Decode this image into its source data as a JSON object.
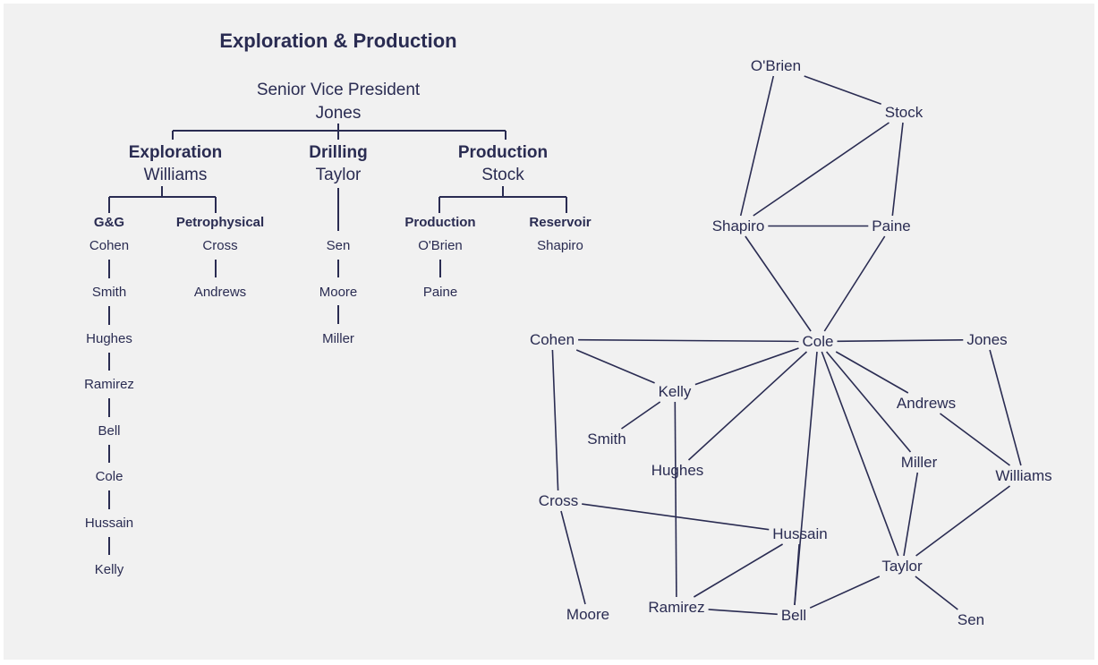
{
  "org_chart": {
    "title": "Exploration & Production",
    "top": {
      "role": "Senior Vice President",
      "name": "Jones"
    },
    "divisions": {
      "exploration": {
        "label": "Exploration",
        "head": "Williams",
        "groups": {
          "gg": {
            "label": "G&G",
            "members": [
              "Cohen",
              "Smith",
              "Hughes",
              "Ramirez",
              "Bell",
              "Cole",
              "Hussain",
              "Kelly"
            ]
          },
          "petrophysical": {
            "label": "Petrophysical",
            "members": [
              "Cross",
              "Andrews"
            ]
          }
        }
      },
      "drilling": {
        "label": "Drilling",
        "head": "Taylor",
        "members": [
          "Sen",
          "Moore",
          "Miller"
        ]
      },
      "production": {
        "label": "Production",
        "head": "Stock",
        "groups": {
          "production": {
            "label": "Production",
            "members": [
              "O'Brien",
              "Paine"
            ]
          },
          "reservoir": {
            "label": "Reservoir",
            "members": [
              "Shapiro"
            ]
          }
        }
      }
    }
  },
  "network": {
    "nodes": {
      "obrien": "O'Brien",
      "stock": "Stock",
      "shapiro": "Shapiro",
      "paine": "Paine",
      "cohen": "Cohen",
      "cole": "Cole",
      "jones": "Jones",
      "kelly": "Kelly",
      "smith": "Smith",
      "hughes": "Hughes",
      "andrews": "Andrews",
      "miller": "Miller",
      "williams": "Williams",
      "cross": "Cross",
      "hussain": "Hussain",
      "taylor": "Taylor",
      "moore": "Moore",
      "ramirez": "Ramirez",
      "bell": "Bell",
      "sen": "Sen"
    },
    "edges": [
      [
        "obrien",
        "stock"
      ],
      [
        "obrien",
        "shapiro"
      ],
      [
        "stock",
        "shapiro"
      ],
      [
        "stock",
        "paine"
      ],
      [
        "shapiro",
        "paine"
      ],
      [
        "shapiro",
        "cole"
      ],
      [
        "paine",
        "cole"
      ],
      [
        "cohen",
        "cole"
      ],
      [
        "cole",
        "jones"
      ],
      [
        "cohen",
        "kelly"
      ],
      [
        "cohen",
        "cross"
      ],
      [
        "cole",
        "kelly"
      ],
      [
        "cole",
        "hughes"
      ],
      [
        "cole",
        "andrews"
      ],
      [
        "cole",
        "miller"
      ],
      [
        "cole",
        "taylor"
      ],
      [
        "cole",
        "bell"
      ],
      [
        "kelly",
        "smith"
      ],
      [
        "kelly",
        "ramirez"
      ],
      [
        "jones",
        "williams"
      ],
      [
        "andrews",
        "williams"
      ],
      [
        "williams",
        "taylor"
      ],
      [
        "miller",
        "taylor"
      ],
      [
        "cross",
        "hussain"
      ],
      [
        "cross",
        "moore"
      ],
      [
        "hussain",
        "ramirez"
      ],
      [
        "hussain",
        "bell"
      ],
      [
        "ramirez",
        "bell"
      ],
      [
        "taylor",
        "bell"
      ],
      [
        "taylor",
        "sen"
      ]
    ]
  }
}
